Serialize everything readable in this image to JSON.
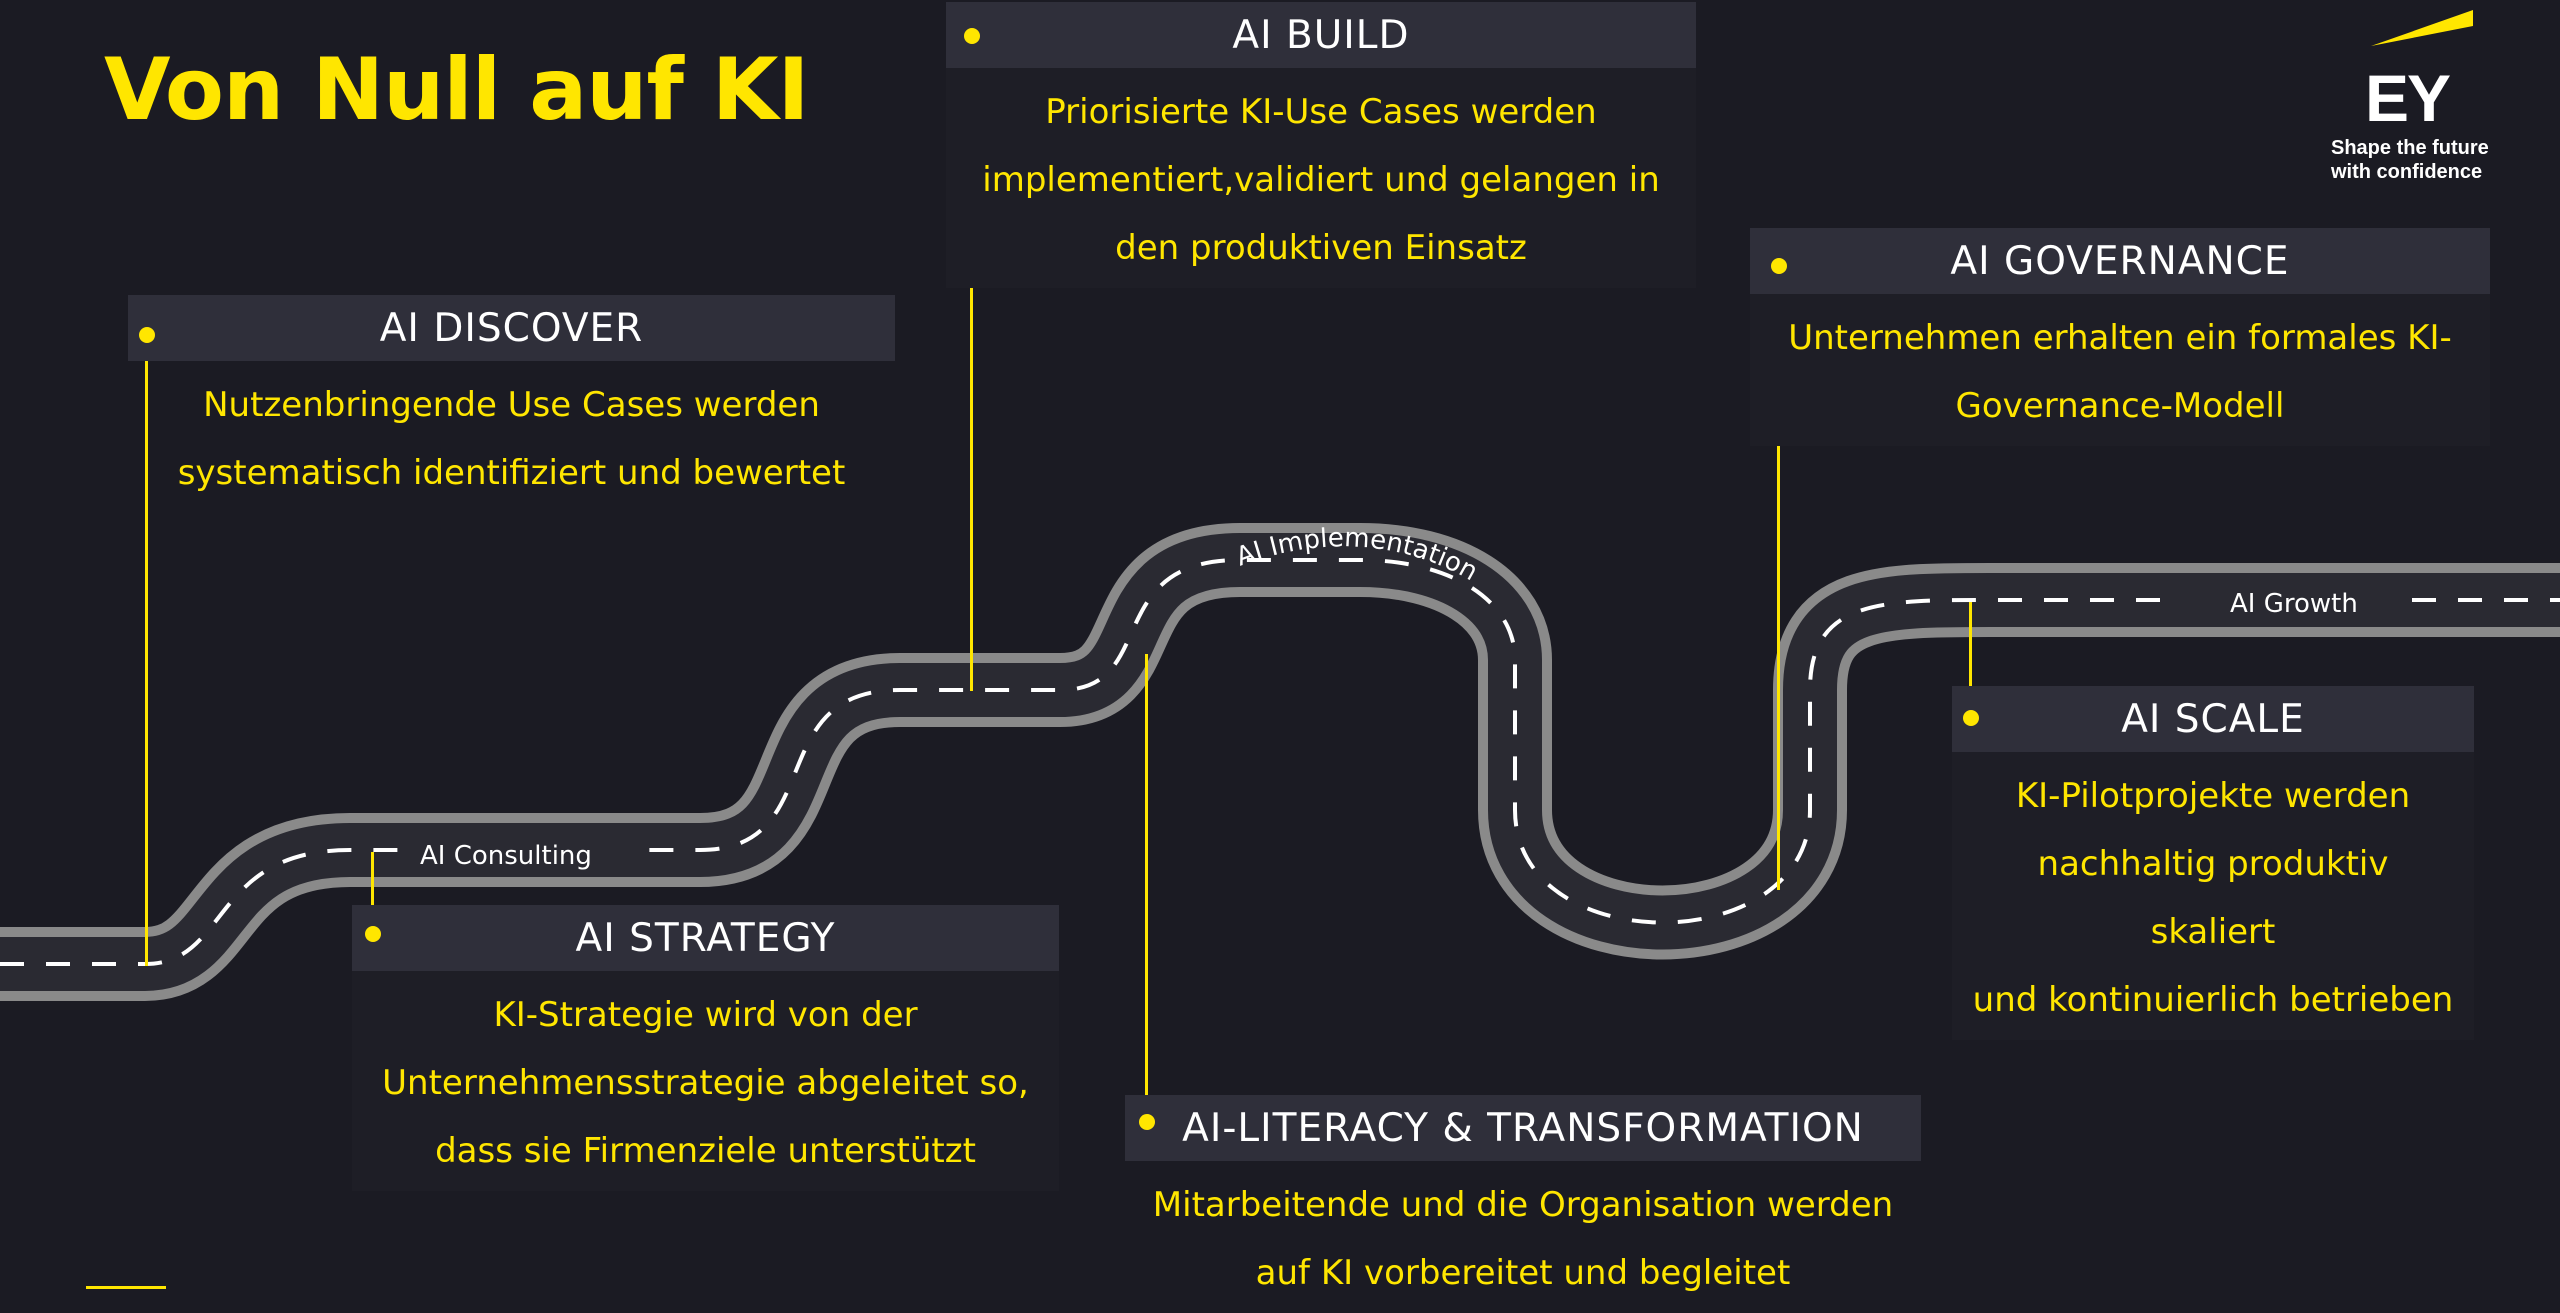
{
  "title": "Von Null auf KI",
  "logo": {
    "brand": "EY",
    "tagline_1": "Shape the future",
    "tagline_2": "with confidence"
  },
  "road_labels": {
    "consulting": "AI Consulting",
    "implementation": "AI Implementation",
    "growth": "AI Growth"
  },
  "cards": {
    "discover": {
      "title": "AI DISCOVER",
      "line1": "Nutzenbringende Use Cases werden",
      "line2": "systematisch identifiziert und bewertet"
    },
    "build": {
      "title": "AI BUILD",
      "line1": "Priorisierte KI-Use Cases werden",
      "line2": "implementiert,validiert und gelangen in",
      "line3": "den produktiven Einsatz"
    },
    "governance": {
      "title": "AI GOVERNANCE",
      "line1": "Unternehmen erhalten ein formales KI-",
      "line2": "Governance-Modell"
    },
    "strategy": {
      "title": "AI STRATEGY",
      "line1": "KI-Strategie wird von der",
      "line2": "Unternehmensstrategie abgeleitet so,",
      "line3": "dass sie Firmenziele unterstützt"
    },
    "literacy": {
      "title": "AI-LITERACY & TRANSFORMATION",
      "line1": "Mitarbeitende und die Organisation werden",
      "line2": "auf KI vorbereitet und begleitet"
    },
    "scale": {
      "title": "AI SCALE",
      "line1": "KI-Pilotprojekte werden",
      "line2": "nachhaltig produktiv skaliert",
      "line3": "und kontinuierlich betrieben"
    }
  },
  "colors": {
    "accent": "#ffe600",
    "background": "#1b1b23",
    "road_edge": "#8a8a8a",
    "road_surface": "#2a2a32",
    "header_bg": "#2f2f3a"
  }
}
